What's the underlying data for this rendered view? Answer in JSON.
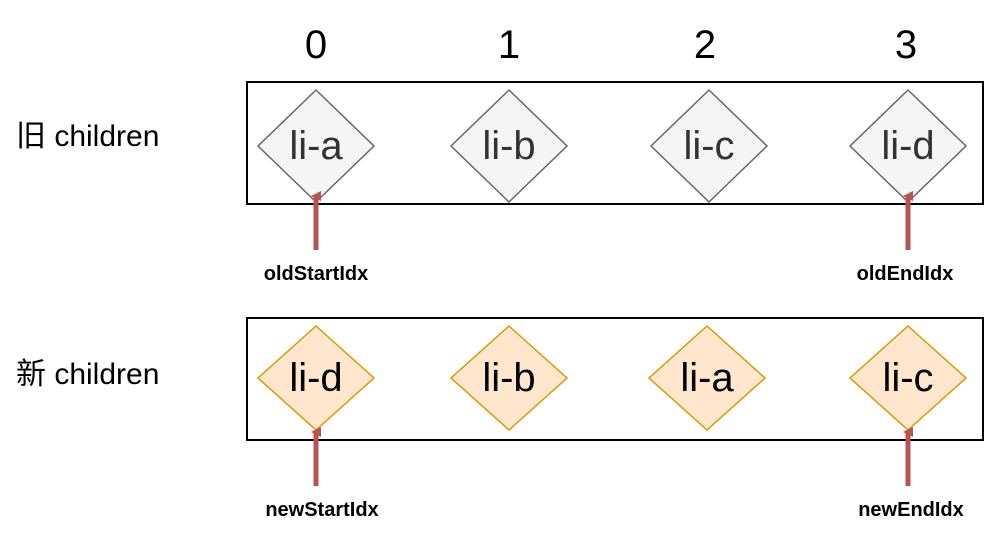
{
  "indices": [
    "0",
    "1",
    "2",
    "3"
  ],
  "rows": {
    "old": {
      "label": "旧 children",
      "nodes": [
        "li-a",
        "li-b",
        "li-c",
        "li-d"
      ],
      "fill": "#f5f5f5",
      "stroke": "#666666",
      "text_color": "#333333"
    },
    "new": {
      "label": "新 children",
      "nodes": [
        "li-d",
        "li-b",
        "li-a",
        "li-c"
      ],
      "fill": "#ffe6cc",
      "stroke": "#d79b00",
      "text_color": "#000000"
    }
  },
  "pointers": {
    "old_start": "oldStartIdx",
    "old_end": "oldEndIdx",
    "new_start": "newStartIdx",
    "new_end": "newEndIdx"
  },
  "colors": {
    "arrow": "#b85450",
    "box_border": "#000000"
  }
}
